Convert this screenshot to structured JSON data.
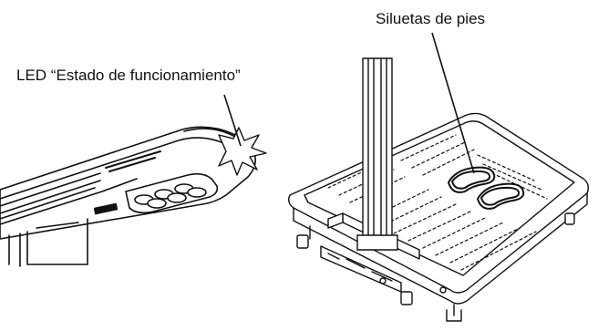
{
  "labels": {
    "led_status": "LED “Estado de funcionamiento”",
    "foot_silhouettes": "Siluetas de pies"
  },
  "illustration": {
    "left_panel": "console-closeup",
    "right_panel": "scale-platform-with-column",
    "line_color": "#111111",
    "fill_color": "#ffffff"
  }
}
